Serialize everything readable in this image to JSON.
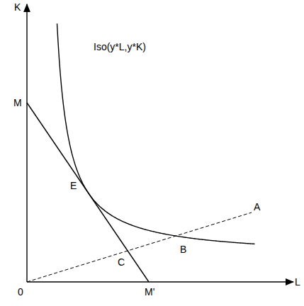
{
  "diagram": {
    "labels": [
      "K",
      "L",
      "Iso(y*L,y*K)",
      "M",
      "E",
      "A",
      "B",
      "C",
      "0",
      "M'"
    ]
  }
}
